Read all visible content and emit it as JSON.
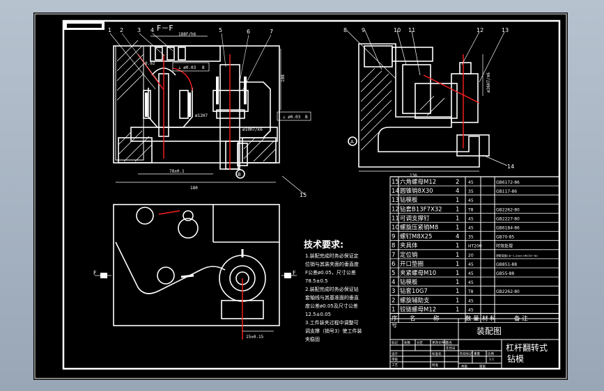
{
  "drawing": {
    "section_label": "F－F",
    "dims": {
      "top": "188F/h6",
      "tol_flat": "0.02",
      "geo_tol1": "⊥ ø0.03",
      "geo_tol1_ref": "B",
      "geo_tol2": "⊥ ø0.03",
      "geo_tol2_ref": "B",
      "bore1": "ø12H7",
      "bore2": "ø10H7/k6",
      "height_right": "108",
      "width_inner": "78±0.1",
      "width_total": "180",
      "right_width": "136",
      "right_bore": "ø36H7/m6",
      "hole_dim": "15±0.15"
    },
    "balloons": [
      "1",
      "2",
      "3",
      "4",
      "5",
      "6",
      "7",
      "8",
      "9",
      "10",
      "11",
      "12",
      "13",
      "14",
      "15"
    ],
    "datum_a": "A",
    "datum_b": "B",
    "view_label_left": "F",
    "view_label_right": "F"
  },
  "tech_req": {
    "title": "技术要求:",
    "lines": [
      "1.装配完成时务必保证定",
      "位销与其装夹面的垂直度",
      "F公差ø0.05，尺寸公差",
      "78.5±0.5",
      "2.装配完成时务必保证钻",
      "套轴线与其基准面的垂直",
      "度公差ø0.05及尺寸公差",
      "12.5±0.05",
      "3.工件装夹过程中调整可",
      "调支撑（销号3）使工件装",
      "夹稳固"
    ]
  },
  "bom": {
    "headers": [
      "序",
      "名",
      "称",
      "数 量",
      "材 料",
      "备 注"
    ],
    "rows": [
      {
        "no": "15",
        "name": "六角螺母M12",
        "qty": "2",
        "mat": "45",
        "note": "GB6172-86"
      },
      {
        "no": "14",
        "name": "圆锥销8X30",
        "qty": "4",
        "mat": "35",
        "note": "GB117-86"
      },
      {
        "no": "13",
        "name": "钻模板",
        "qty": "1",
        "mat": "45",
        "note": ""
      },
      {
        "no": "12",
        "name": "钻套B13F7X32",
        "qty": "1",
        "mat": "T8",
        "note": "GB2262-80"
      },
      {
        "no": "11",
        "name": "可调支撑钉",
        "qty": "1",
        "mat": "45",
        "note": "GB2227-80"
      },
      {
        "no": "10",
        "name": "螺旋压紧销M8",
        "qty": "1",
        "mat": "45",
        "note": "GB6184-86"
      },
      {
        "no": "9",
        "name": "螺钉M8X25",
        "qty": "4",
        "mat": "35",
        "note": "GB70-85"
      },
      {
        "no": "8",
        "name": "夹具体",
        "qty": "1",
        "mat": "HT200",
        "note": "时效处理"
      },
      {
        "no": "7",
        "name": "定位销",
        "qty": "1",
        "mat": "20",
        "note": "渗碳深度0.8~1.2mm HRC55~60"
      },
      {
        "no": "6",
        "name": "开口垫圈",
        "qty": "1",
        "mat": "45",
        "note": "GB851-88"
      },
      {
        "no": "5",
        "name": "夹紧螺母M10",
        "qty": "1",
        "mat": "45",
        "note": "GB55-88"
      },
      {
        "no": "4",
        "name": "钻模板",
        "qty": "1",
        "mat": "45",
        "note": ""
      },
      {
        "no": "3",
        "name": "钻套10G7",
        "qty": "1",
        "mat": "T8",
        "note": "GB2262-80"
      },
      {
        "no": "2",
        "name": "螺旋辅助支",
        "qty": "1",
        "mat": "45",
        "note": ""
      },
      {
        "no": "1",
        "name": "铰链螺母M12",
        "qty": "1",
        "mat": "45",
        "note": ""
      }
    ]
  },
  "title_block": {
    "drawing_name": "装配图",
    "part_name_1": "杠杆翻转式",
    "part_name_2": "钻模",
    "cells": [
      "标记",
      "处数",
      "分区",
      "更改文件号",
      "签名",
      "年月日",
      "设计",
      "标准化",
      "审核",
      "工艺",
      "批准",
      "阶段标记",
      "重量",
      "比例",
      "1:1",
      "共张",
      "第张",
      "号"
    ]
  },
  "colors": {
    "sheet": "#000000",
    "line": "#ffffff",
    "accent": "#ff0000"
  }
}
